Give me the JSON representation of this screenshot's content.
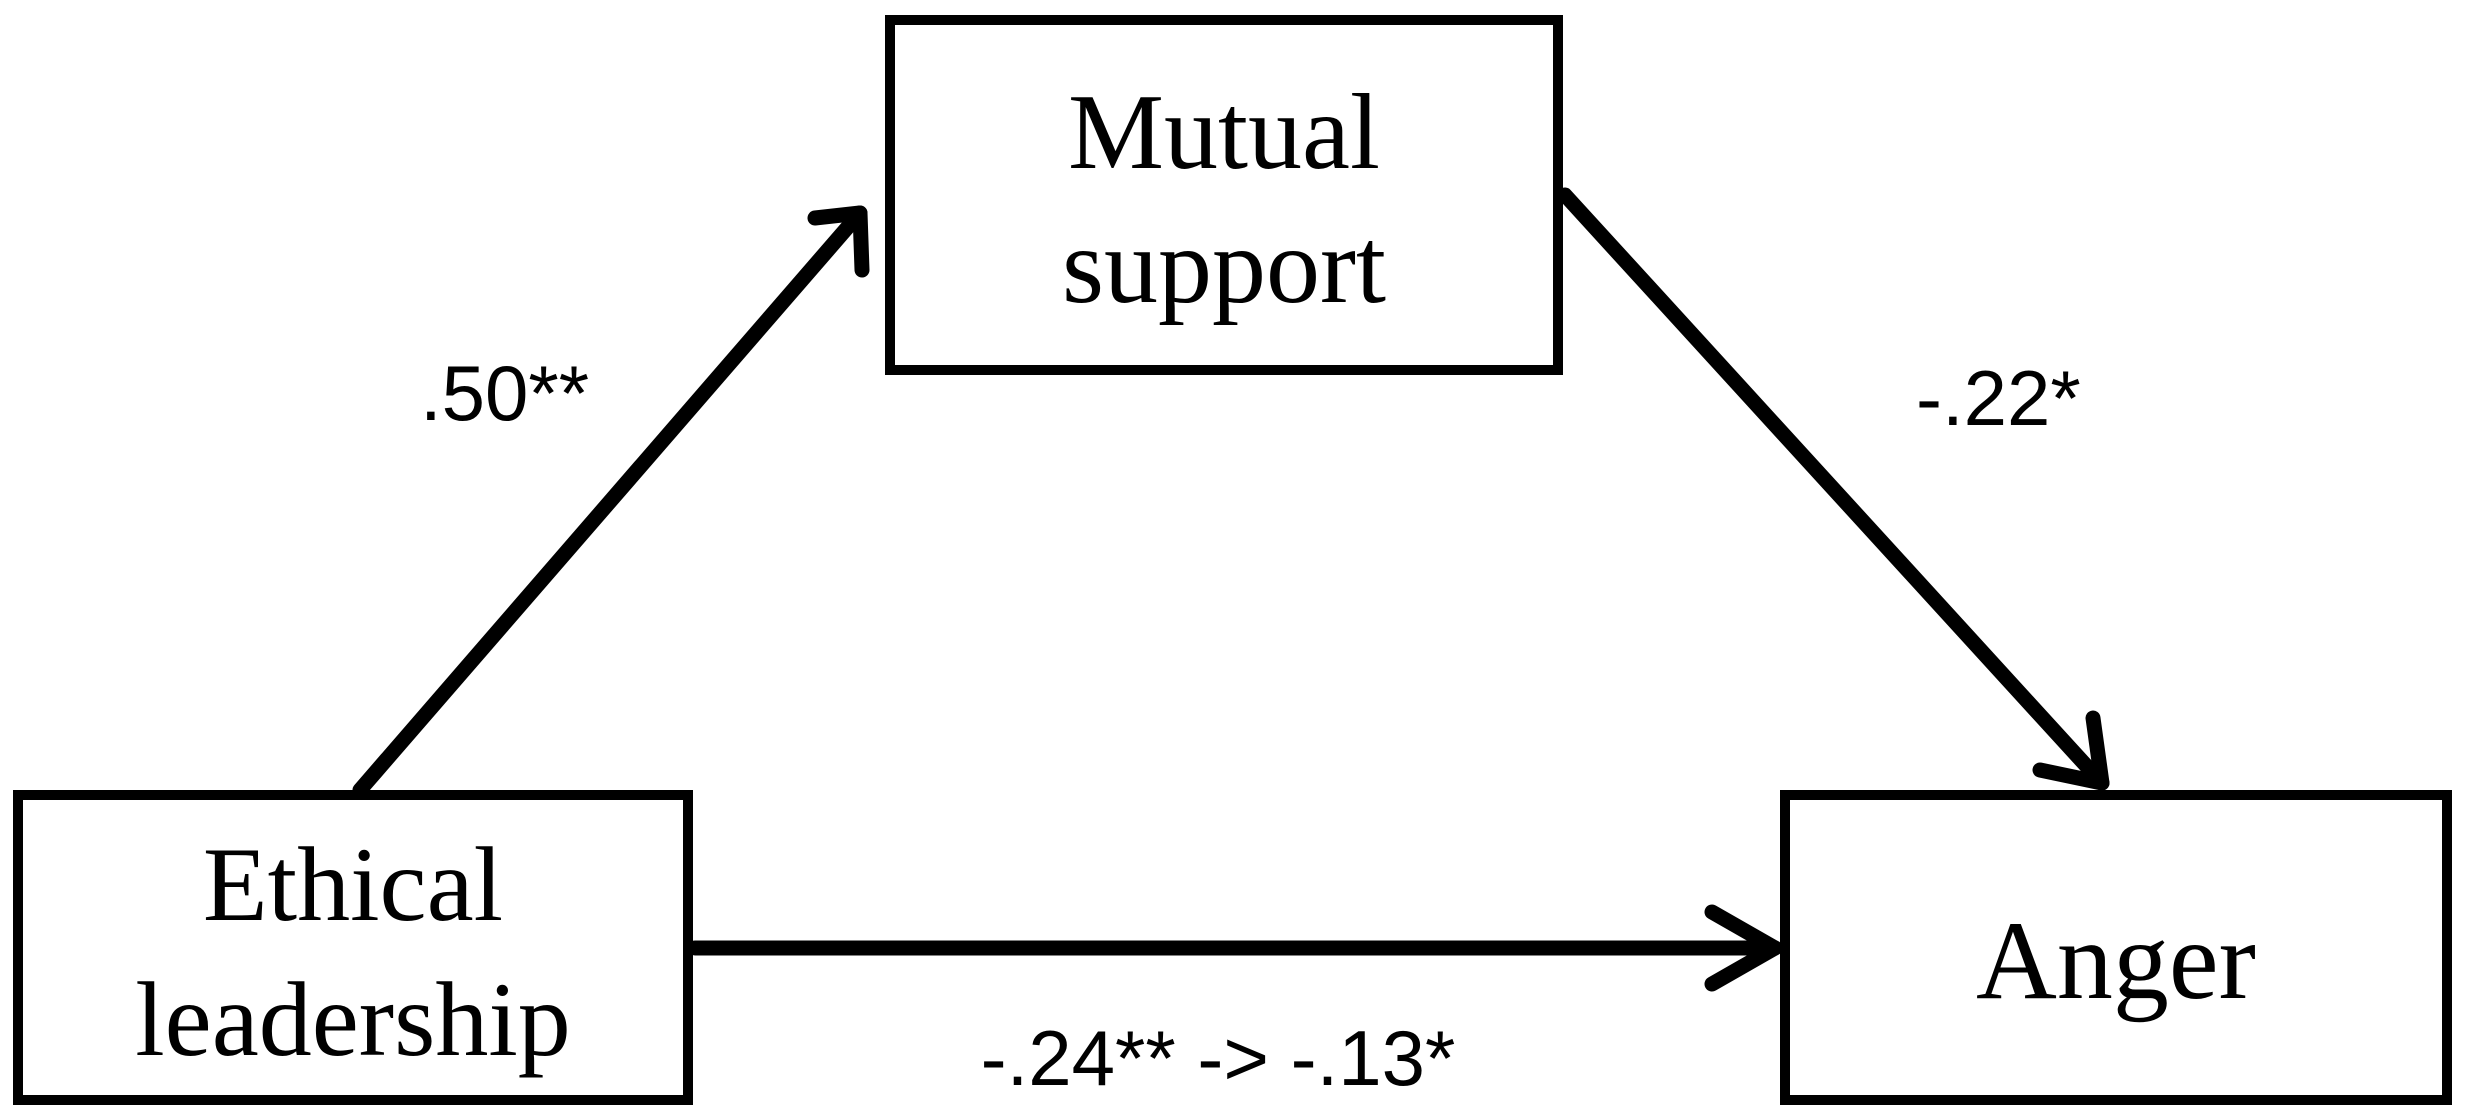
{
  "nodes": {
    "mediator": {
      "lines": [
        "Mutual",
        "support"
      ]
    },
    "predictor": {
      "lines": [
        "Ethical",
        "leadership"
      ]
    },
    "outcome": {
      "lines": [
        "Anger"
      ]
    }
  },
  "paths": {
    "a": {
      "label": ".50**"
    },
    "b": {
      "label": "-.22*"
    },
    "c": {
      "label": "-.24** -> -.13*"
    }
  }
}
